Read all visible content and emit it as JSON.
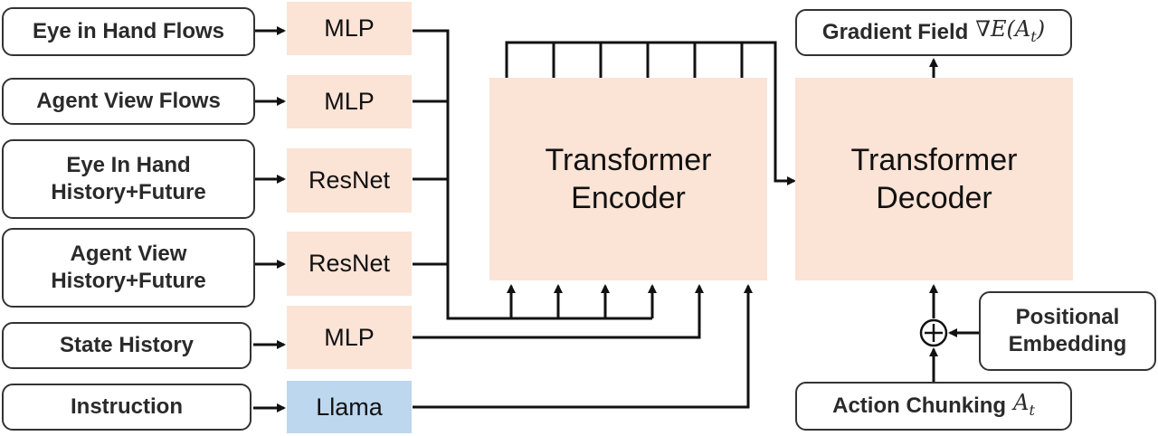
{
  "inputs": {
    "eye_in_hand_flows": "Eye in Hand Flows",
    "agent_view_flows": "Agent View Flows",
    "eye_in_hand_history": "Eye In Hand\nHistory+Future",
    "agent_view_history": "Agent View\nHistory+Future",
    "state_history": "State History",
    "instruction": "Instruction"
  },
  "modules": {
    "mlp_1": "MLP",
    "mlp_2": "MLP",
    "resnet_1": "ResNet",
    "resnet_2": "ResNet",
    "mlp_3": "MLP",
    "llama": "Llama"
  },
  "encoder": {
    "label": "Transformer\nEncoder"
  },
  "decoder": {
    "label": "Transformer\nDecoder"
  },
  "output": {
    "label": "Gradient Field",
    "symbol": "∇E(A",
    "subscript": "t",
    "close": ")"
  },
  "action": {
    "label": "Action Chunking",
    "symbol": "A",
    "subscript": "t"
  },
  "positional": {
    "label": "Positional\nEmbedding"
  },
  "plus_symbol": "+",
  "colors": {
    "module_fill": "#fbe3d6",
    "llama_fill": "#bdd7ee",
    "stroke": "#111111"
  }
}
